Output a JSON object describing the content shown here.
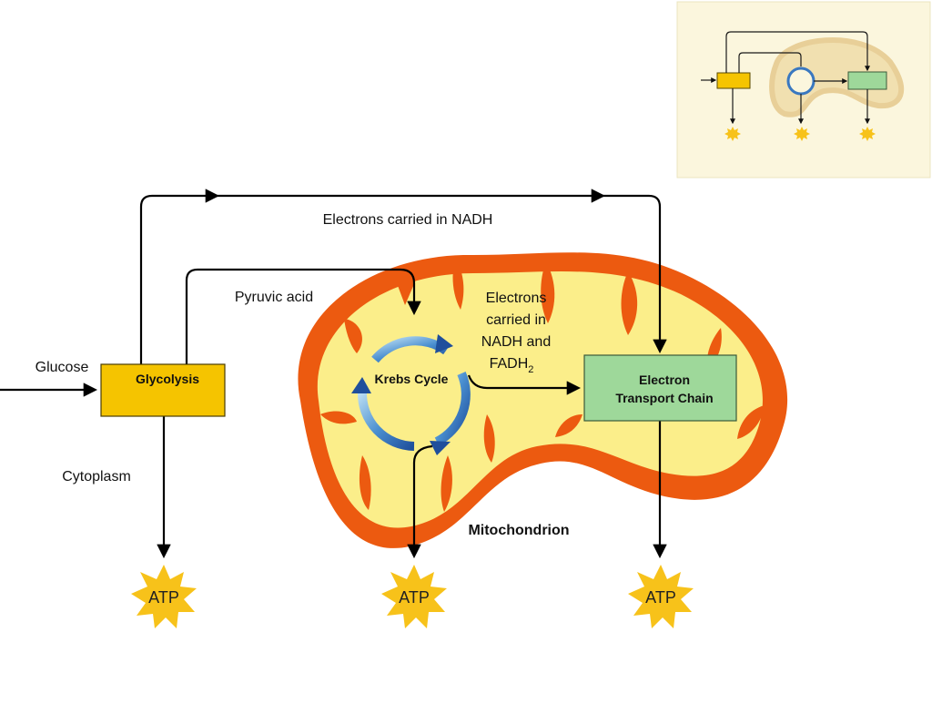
{
  "labels": {
    "glucose": "Glucose",
    "glycolysis": "Glycolysis",
    "cytoplasm": "Cytoplasm",
    "pyruvic_acid": "Pyruvic acid",
    "electrons_nadh": "Electrons carried in NADH",
    "electrons_nadh_fadh2": [
      "Electrons",
      "carried in",
      "NADH and",
      "FADH"
    ],
    "fadh2_subscript": "2",
    "krebs_cycle": "Krebs Cycle",
    "electron_transport_chain": [
      "Electron",
      "Transport Chain"
    ],
    "mitochondrion": "Mitochondrion",
    "atp": "ATP"
  },
  "colors": {
    "glycolysis_box": "#f5c400",
    "etc_box": "#9ed89a",
    "mito_outer": "#ec5a10",
    "mito_inner": "#fbee8a",
    "krebs_ring": "#2f6fb8",
    "atp_star": "#f7c21a",
    "thumbnail_bg": "#fbf6dd"
  }
}
